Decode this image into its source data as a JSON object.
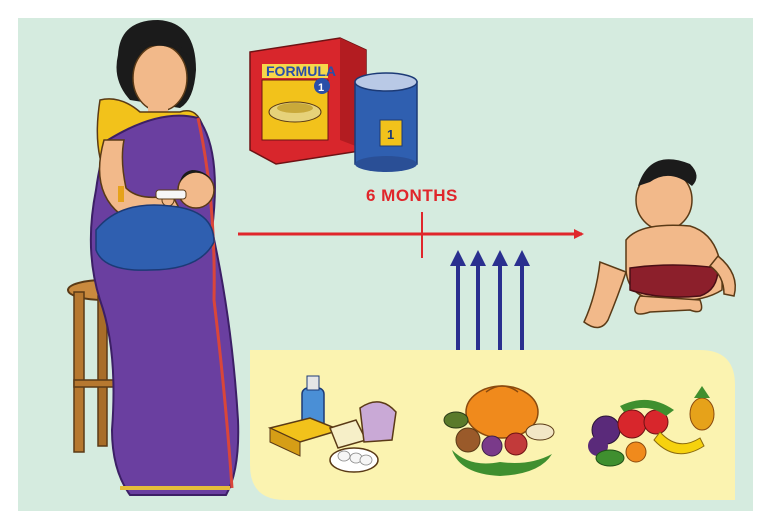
{
  "timeline": {
    "label": "6 MONTHS"
  },
  "formula": {
    "brand": "FORMULA",
    "box_number": "1",
    "tin_number": "1"
  },
  "colors": {
    "background": "#d5ebdf",
    "timeline_arrow": "#e0262b",
    "food_arrows": "#2a2f8f",
    "food_panel": "#fbf3b0",
    "saree": "#6a3fa0",
    "blouse": "#f2c21b"
  },
  "icons": {
    "mother": "mother-feeding-baby-illustration",
    "baby": "sitting-baby-illustration",
    "formula": "formula-box-and-tin-illustration",
    "dairy": "dairy-foods-illustration",
    "vegetables": "vegetables-illustration",
    "fruits": "fruits-illustration"
  }
}
